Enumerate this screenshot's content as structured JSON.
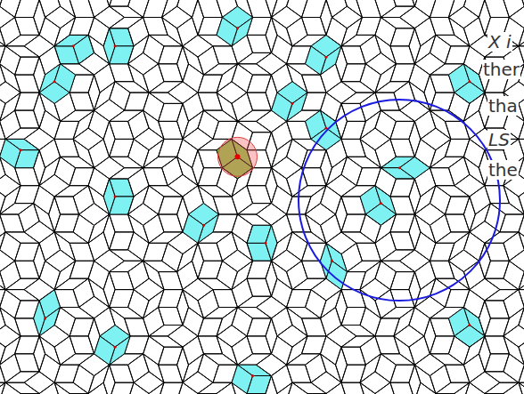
{
  "diagram": {
    "labels": [
      "X i",
      "ther",
      "tha",
      "LS",
      "the"
    ]
  }
}
